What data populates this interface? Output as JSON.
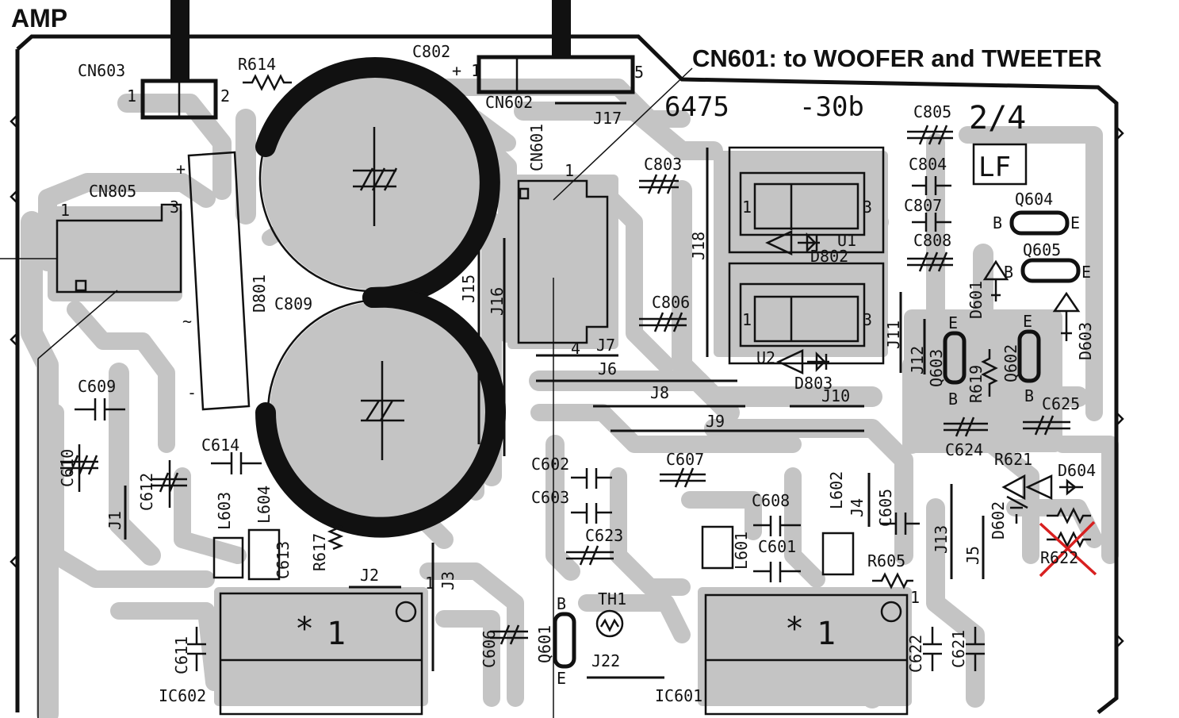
{
  "board": {
    "title": "AMP",
    "callout": "CN601: to WOOFER and TWEETER",
    "pcb_number": "6475",
    "pcb_suffix": "-30b",
    "sheet": "2/4",
    "channel": "LF",
    "colors": {
      "ink": "#111111",
      "copper": "#c4c4c4",
      "background": "#ffffff",
      "cross_mark": "#d82020"
    }
  },
  "components": {
    "cn603": "CN603",
    "r614": "R614",
    "c802": "C802",
    "cn602": "CN602",
    "j17": "J17",
    "cn601": "CN601",
    "c805": "C805",
    "c803": "C803",
    "c804": "C804",
    "cn805": "CN805",
    "d801": "D801",
    "c807": "C807",
    "q604": "Q604",
    "j18": "J18",
    "c808": "C808",
    "q605": "Q605",
    "u1": "U1",
    "d802": "D802",
    "c809": "C809",
    "j15": "J15",
    "j16": "J16",
    "c806": "C806",
    "d601": "D601",
    "d603": "D603",
    "j11": "J11",
    "j12": "J12",
    "q603": "Q603",
    "r619": "R619",
    "q602": "Q602",
    "j7": "J7",
    "u2": "U2",
    "d803": "D803",
    "j6": "J6",
    "c609": "C609",
    "j8": "J8",
    "j10": "J10",
    "c625": "C625",
    "c610": "C610",
    "c614": "C614",
    "j9": "J9",
    "c624": "C624",
    "c612": "C612",
    "r621": "R621",
    "d604": "D604",
    "c602": "C602",
    "c607": "C607",
    "l603": "L603",
    "l604": "L604",
    "j1": "J1",
    "c603": "C603",
    "l602": "L602",
    "c608": "C608",
    "j4": "J4",
    "c605": "C605",
    "d602": "D602",
    "c613": "C613",
    "r617": "R617",
    "c623": "C623",
    "l601": "L601",
    "c601": "C601",
    "j13": "J13",
    "j5": "J5",
    "r622": "R622",
    "r605": "R605",
    "j2": "J2",
    "j3": "J3",
    "th1": "TH1",
    "c611": "C611",
    "c606": "C606",
    "q601": "Q601",
    "c622": "C622",
    "c621": "C621",
    "j22": "J22",
    "ic602": "IC602",
    "ic601": "IC601"
  },
  "pins": {
    "one": "1",
    "two": "2",
    "three": "3",
    "four": "4",
    "five": "5",
    "plus": "+",
    "plus_one": "+ 1",
    "minus": "-",
    "tilde": "~",
    "b": "B",
    "e": "E",
    "star": "*"
  }
}
